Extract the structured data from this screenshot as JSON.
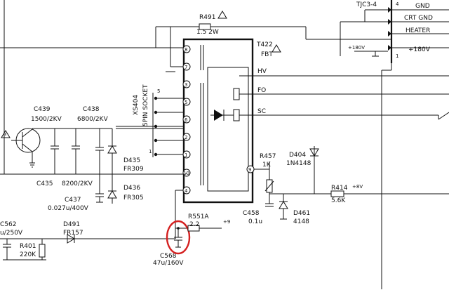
{
  "schematic": {
    "connector_top": {
      "ref": "TJC3-4",
      "pin_top": "4",
      "pin_bottom": "1",
      "pins": [
        "GND",
        "CRT GND",
        "HEATER",
        "+180V"
      ],
      "side_label": "+180V"
    },
    "socket": {
      "label_ref": "XS404",
      "label_name": "5PIN SOCKET",
      "pin_a": "5",
      "pin_b": "1"
    },
    "fbt": {
      "ref": "T422",
      "name": "FBT",
      "outputs": [
        "HV",
        "FO",
        "SC"
      ],
      "pins": [
        "8",
        "7",
        "3",
        "5",
        "6",
        "2",
        "1",
        "10",
        "4",
        "9"
      ]
    },
    "resistors": {
      "r491": {
        "ref": "R491",
        "value": "1.5 2W"
      },
      "r457": {
        "ref": "R457",
        "value": "1K"
      },
      "r414": {
        "ref": "R414",
        "value": "5.6K",
        "supply": "+8V"
      },
      "r551a": {
        "ref": "R551A",
        "value": "2.2",
        "supply": "+9"
      },
      "r401": {
        "ref": "R401",
        "value": "220K"
      }
    },
    "capacitors": {
      "c439": {
        "ref": "C439",
        "value": "1500/2KV"
      },
      "c438": {
        "ref": "C438",
        "value": "6800/2KV"
      },
      "c435": {
        "ref": "C435",
        "value": "8200/2KV"
      },
      "c437": {
        "ref": "C437",
        "value": "0.027u/400V"
      },
      "c458": {
        "ref": "C458",
        "value": "0.1u"
      },
      "c562": {
        "ref": "C562",
        "value": "u/250V"
      },
      "c568": {
        "ref": "C568",
        "value": "47u/160V"
      }
    },
    "diodes": {
      "d435": {
        "ref": "D435",
        "value": "FR309"
      },
      "d436": {
        "ref": "D436",
        "value": "FR305"
      },
      "d404": {
        "ref": "D404",
        "value": "1N4148"
      },
      "d461": {
        "ref": "D461",
        "value": "4148"
      },
      "d491": {
        "ref": "D491",
        "value": "FR157"
      }
    },
    "highlight_color": "#d42020",
    "line_color": "#111111"
  }
}
